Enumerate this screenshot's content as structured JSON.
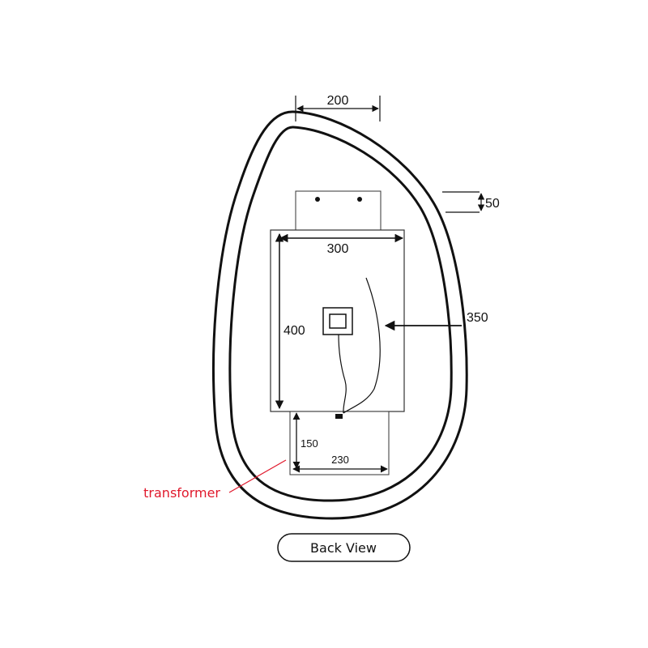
{
  "view_caption": "Back View",
  "dimensions": {
    "top_bracket_width": "200",
    "bracket_height": "50",
    "panel_width": "300",
    "panel_height": "400",
    "wire_length": "350",
    "transformer_height": "150",
    "transformer_width": "230"
  },
  "callout": {
    "label": "transformer",
    "color": "#e0192c"
  },
  "colors": {
    "line": "#111111",
    "thin_line": "#333333"
  }
}
